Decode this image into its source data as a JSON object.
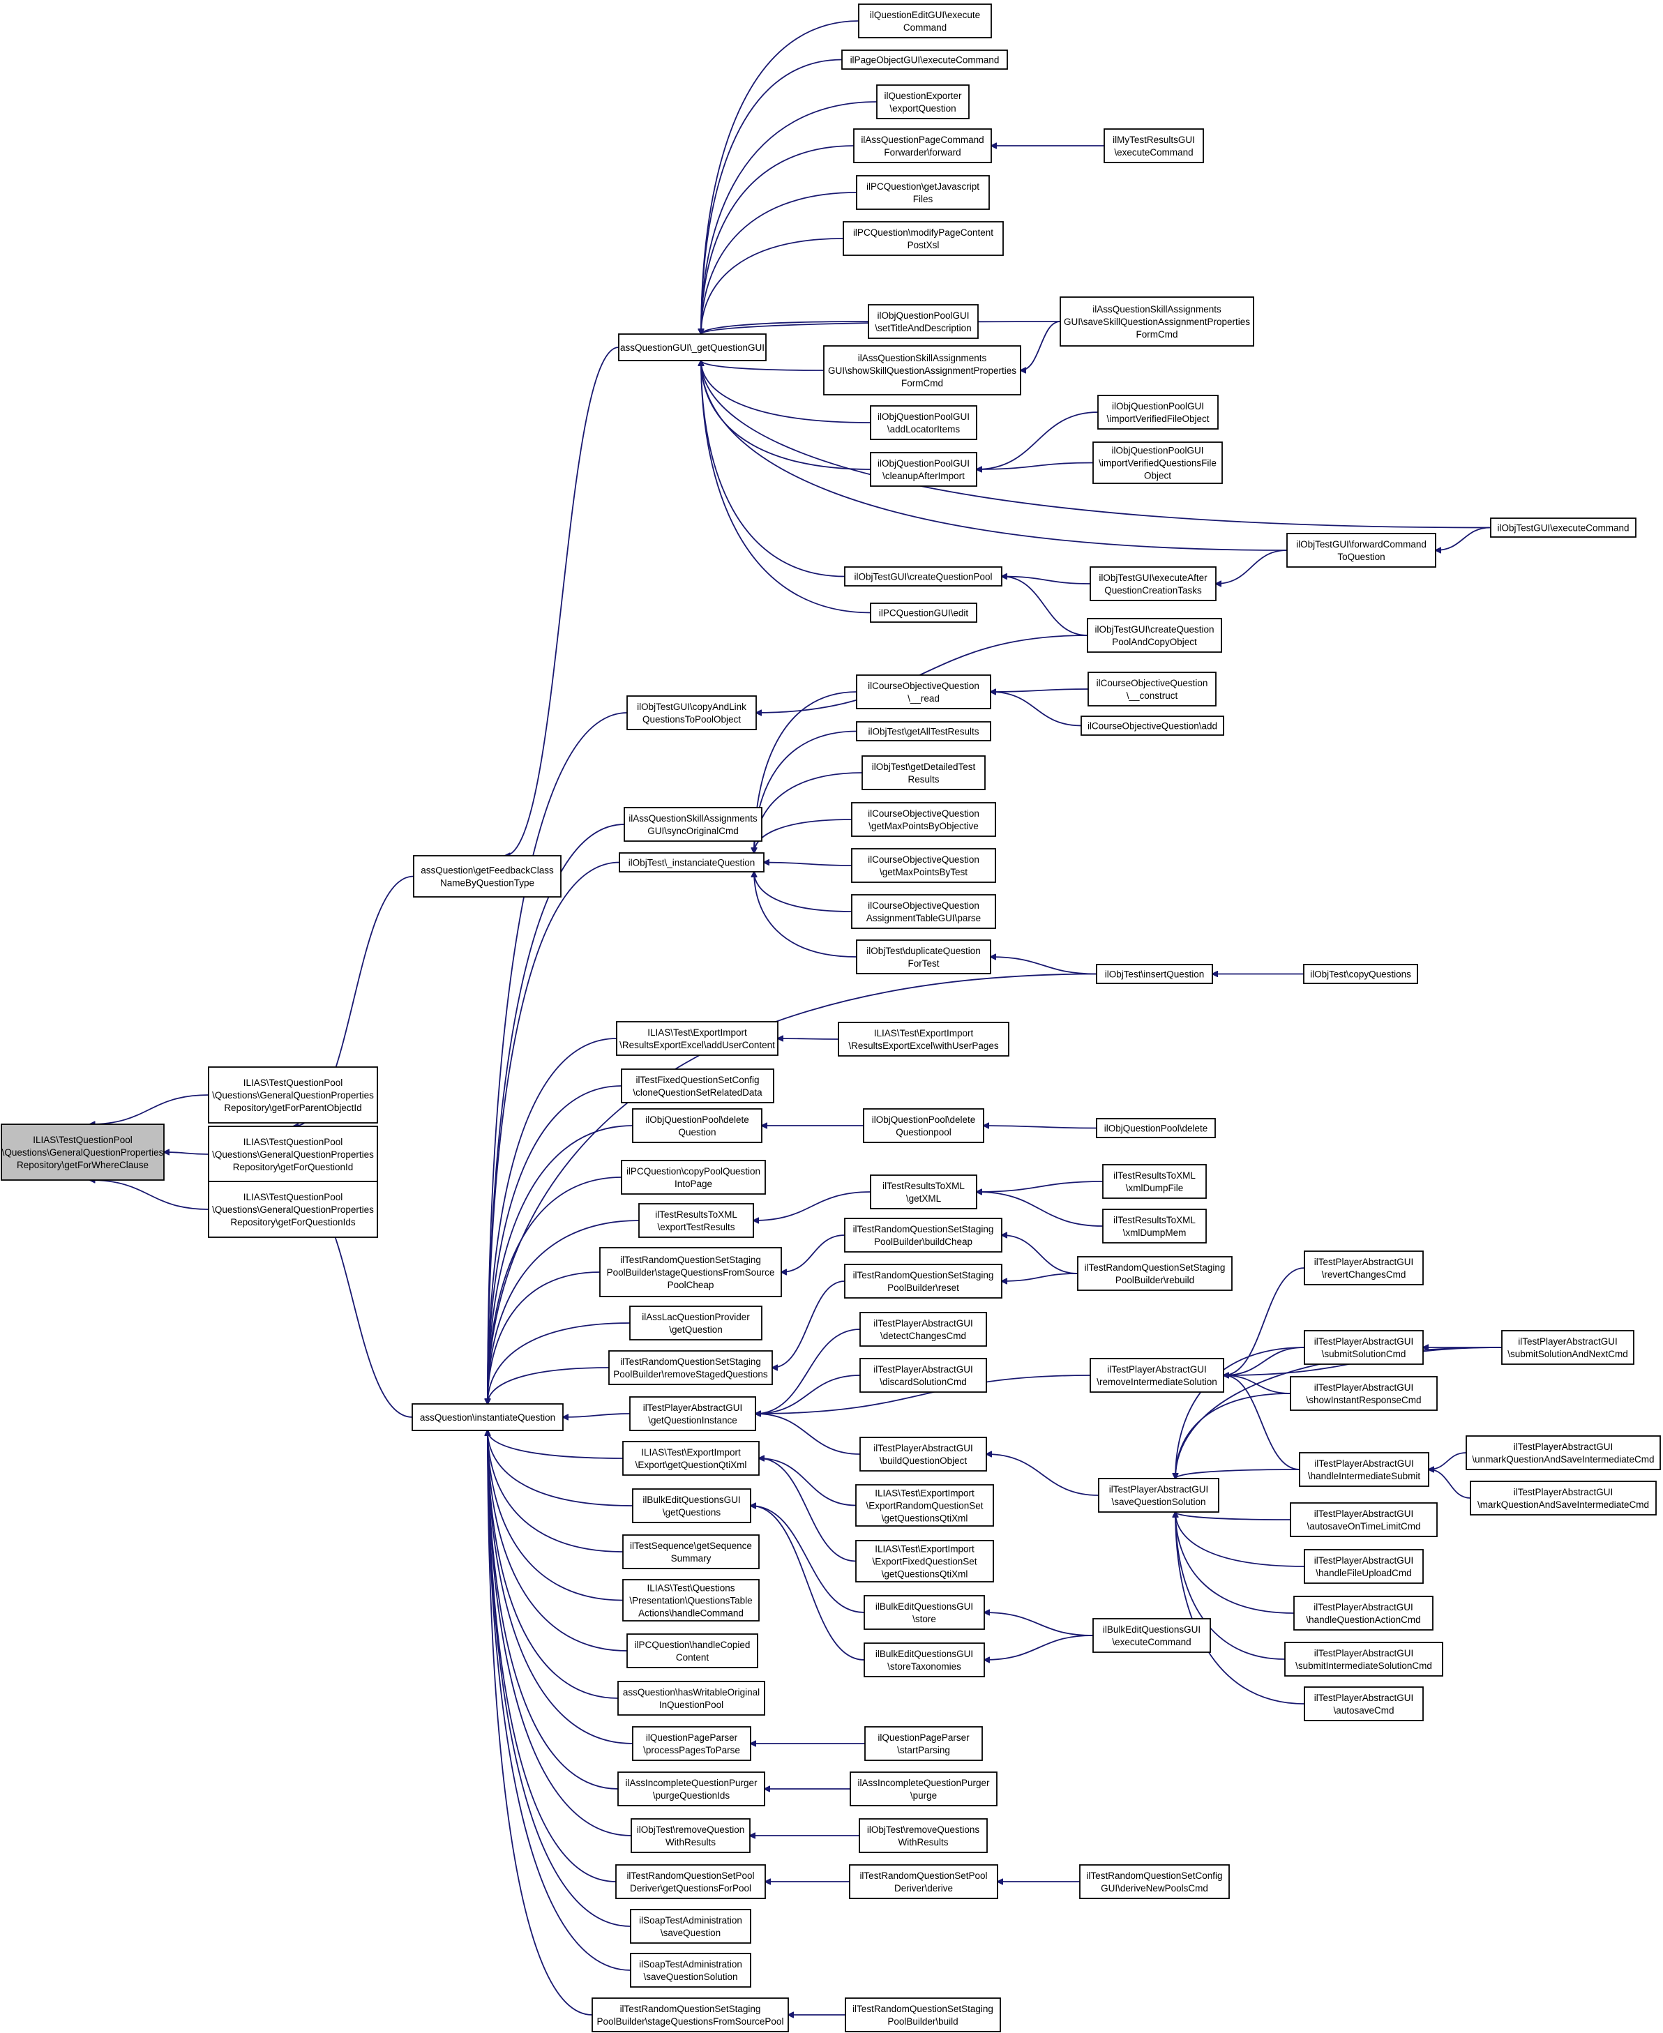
{
  "nodes": [
    {
      "id": "root",
      "lines": [
        "ILIAS\\TestQuestionPool",
        "\\Questions\\GeneralQuestionProperties",
        "Repository\\getForWhereClause"
      ],
      "highlighted": true
    },
    {
      "id": "pid",
      "lines": [
        "ILIAS\\TestQuestionPool",
        "\\Questions\\GeneralQuestionProperties",
        "Repository\\getForParentObjectId"
      ]
    },
    {
      "id": "qid",
      "lines": [
        "ILIAS\\TestQuestionPool",
        "\\Questions\\GeneralQuestionProperties",
        "Repository\\getForQuestionId"
      ]
    },
    {
      "id": "qids",
      "lines": [
        "ILIAS\\TestQuestionPool",
        "\\Questions\\GeneralQuestionProperties",
        "Repository\\getForQuestionIds"
      ]
    },
    {
      "id": "feedback",
      "lines": [
        "assQuestion\\getFeedbackClass",
        "NameByQuestionType"
      ]
    },
    {
      "id": "instantiate",
      "lines": [
        "assQuestion\\instantiateQuestion"
      ]
    },
    {
      "id": "getqgui",
      "lines": [
        "assQuestionGUI\\_getQuestionGUI"
      ]
    },
    {
      "id": "editgui",
      "lines": [
        "ilQuestionEditGUI\\execute",
        "Command"
      ]
    },
    {
      "id": "pageobj",
      "lines": [
        "ilPageObjectGUI\\executeCommand"
      ]
    },
    {
      "id": "exporter",
      "lines": [
        "ilQuestionExporter",
        "\\exportQuestion"
      ]
    },
    {
      "id": "pagecmd",
      "lines": [
        "ilAssQuestionPageCommand",
        "Forwarder\\forward"
      ]
    },
    {
      "id": "mytest",
      "lines": [
        "ilMyTestResultsGUI",
        "\\executeCommand"
      ]
    },
    {
      "id": "pcjs",
      "lines": [
        "ilPCQuestion\\getJavascript",
        "Files"
      ]
    },
    {
      "id": "pcxsl",
      "lines": [
        "ilPCQuestion\\modifyPageContent",
        "PostXsl"
      ]
    },
    {
      "id": "settitle",
      "lines": [
        "ilObjQuestionPoolGUI",
        "\\setTitleAndDescription"
      ]
    },
    {
      "id": "saveskill",
      "lines": [
        "ilAssQuestionSkillAssignments",
        "GUI\\saveSkillQuestionAssignmentProperties",
        "FormCmd"
      ]
    },
    {
      "id": "showskill",
      "lines": [
        "ilAssQuestionSkillAssignments",
        "GUI\\showSkillQuestionAssignmentProperties",
        "FormCmd"
      ]
    },
    {
      "id": "locator",
      "lines": [
        "ilObjQuestionPoolGUI",
        "\\addLocatorItems"
      ]
    },
    {
      "id": "importfile",
      "lines": [
        "ilObjQuestionPoolGUI",
        "\\importVerifiedFileObject"
      ]
    },
    {
      "id": "cleanup",
      "lines": [
        "ilObjQuestionPoolGUI",
        "\\cleanupAfterImport"
      ]
    },
    {
      "id": "importqfile",
      "lines": [
        "ilObjQuestionPoolGUI",
        "\\importVerifiedQuestionsFile",
        "Object"
      ]
    },
    {
      "id": "testexec",
      "lines": [
        "ilObjTestGUI\\executeCommand"
      ]
    },
    {
      "id": "fwdcmd",
      "lines": [
        "ilObjTestGUI\\forwardCommand",
        "ToQuestion"
      ]
    },
    {
      "id": "createpool",
      "lines": [
        "ilObjTestGUI\\createQuestionPool"
      ]
    },
    {
      "id": "execafter",
      "lines": [
        "ilObjTestGUI\\executeAfter",
        "QuestionCreationTasks"
      ]
    },
    {
      "id": "pcedit",
      "lines": [
        "ilPCQuestionGUI\\edit"
      ]
    },
    {
      "id": "createcopy",
      "lines": [
        "ilObjTestGUI\\createQuestion",
        "PoolAndCopyObject"
      ]
    },
    {
      "id": "copylink",
      "lines": [
        "ilObjTestGUI\\copyAndLink",
        "QuestionsToPoolObject"
      ]
    },
    {
      "id": "courseread",
      "lines": [
        "ilCourseObjectiveQuestion",
        "\\__read"
      ]
    },
    {
      "id": "coursecons",
      "lines": [
        "ilCourseObjectiveQuestion",
        "\\__construct"
      ]
    },
    {
      "id": "courseadd",
      "lines": [
        "ilCourseObjectiveQuestion\\add"
      ]
    },
    {
      "id": "alltest",
      "lines": [
        "ilObjTest\\getAllTestResults"
      ]
    },
    {
      "id": "detailed",
      "lines": [
        "ilObjTest\\getDetailedTest",
        "Results"
      ]
    },
    {
      "id": "syncorig",
      "lines": [
        "ilAssQuestionSkillAssignments",
        "GUI\\syncOriginalCmd"
      ]
    },
    {
      "id": "maxobj",
      "lines": [
        "ilCourseObjectiveQuestion",
        "\\getMaxPointsByObjective"
      ]
    },
    {
      "id": "objinst",
      "lines": [
        "ilObjTest\\_instanciateQuestion"
      ]
    },
    {
      "id": "maxtest",
      "lines": [
        "ilCourseObjectiveQuestion",
        "\\getMaxPointsByTest"
      ]
    },
    {
      "id": "parse",
      "lines": [
        "ilCourseObjectiveQuestion",
        "AssignmentTableGUI\\parse"
      ]
    },
    {
      "id": "dupq",
      "lines": [
        "ilObjTest\\duplicateQuestion",
        "ForTest"
      ]
    },
    {
      "id": "insertq",
      "lines": [
        "ilObjTest\\insertQuestion"
      ]
    },
    {
      "id": "copyq",
      "lines": [
        "ilObjTest\\copyQuestions"
      ]
    },
    {
      "id": "adduser",
      "lines": [
        "ILIAS\\Test\\ExportImport",
        "\\ResultsExportExcel\\addUserContent"
      ]
    },
    {
      "id": "withuser",
      "lines": [
        "ILIAS\\Test\\ExportImport",
        "\\ResultsExportExcel\\withUserPages"
      ]
    },
    {
      "id": "clonefixed",
      "lines": [
        "ilTestFixedQuestionSetConfig",
        "\\cloneQuestionSetRelatedData"
      ]
    },
    {
      "id": "pooldelq",
      "lines": [
        "ilObjQuestionPool\\delete",
        "Question"
      ]
    },
    {
      "id": "pooldelqp",
      "lines": [
        "ilObjQuestionPool\\delete",
        "Questionpool"
      ]
    },
    {
      "id": "pooldel",
      "lines": [
        "ilObjQuestionPool\\delete"
      ]
    },
    {
      "id": "pccopy",
      "lines": [
        "ilPCQuestion\\copyPoolQuestion",
        "IntoPage"
      ]
    },
    {
      "id": "getxml",
      "lines": [
        "ilTestResultsToXML",
        "\\getXML"
      ]
    },
    {
      "id": "xmlfile",
      "lines": [
        "ilTestResultsToXML",
        "\\xmlDumpFile"
      ]
    },
    {
      "id": "exportres",
      "lines": [
        "ilTestResultsToXML",
        "\\exportTestResults"
      ]
    },
    {
      "id": "xmlmem",
      "lines": [
        "ilTestResultsToXML",
        "\\xmlDumpMem"
      ]
    },
    {
      "id": "buildcheap",
      "lines": [
        "ilTestRandomQuestionSetStaging",
        "PoolBuilder\\buildCheap"
      ]
    },
    {
      "id": "stagecheap",
      "lines": [
        "ilTestRandomQuestionSetStaging",
        "PoolBuilder\\stageQuestionsFromSource",
        "PoolCheap"
      ]
    },
    {
      "id": "rebuild",
      "lines": [
        "ilTestRandomQuestionSetStaging",
        "PoolBuilder\\rebuild"
      ]
    },
    {
      "id": "reset",
      "lines": [
        "ilTestRandomQuestionSetStaging",
        "PoolBuilder\\reset"
      ]
    },
    {
      "id": "laclq",
      "lines": [
        "ilAssLacQuestionProvider",
        "\\getQuestion"
      ]
    },
    {
      "id": "revert",
      "lines": [
        "ilTestPlayerAbstractGUI",
        "\\revertChangesCmd"
      ]
    },
    {
      "id": "detectch",
      "lines": [
        "ilTestPlayerAbstractGUI",
        "\\detectChangesCmd"
      ]
    },
    {
      "id": "removestaged",
      "lines": [
        "ilTestRandomQuestionSetStaging",
        "PoolBuilder\\removeStagedQuestions"
      ]
    },
    {
      "id": "submitsol",
      "lines": [
        "ilTestPlayerAbstractGUI",
        "\\submitSolutionCmd"
      ]
    },
    {
      "id": "submitnext",
      "lines": [
        "ilTestPlayerAbstractGUI",
        "\\submitSolutionAndNextCmd"
      ]
    },
    {
      "id": "discard",
      "lines": [
        "ilTestPlayerAbstractGUI",
        "\\discardSolutionCmd"
      ]
    },
    {
      "id": "removeinter",
      "lines": [
        "ilTestPlayerAbstractGUI",
        "\\removeIntermediateSolution"
      ]
    },
    {
      "id": "instant",
      "lines": [
        "ilTestPlayerAbstractGUI",
        "\\showInstantResponseCmd"
      ]
    },
    {
      "id": "getqinst",
      "lines": [
        "ilTestPlayerAbstractGUI",
        "\\getQuestionInstance"
      ]
    },
    {
      "id": "unmark",
      "lines": [
        "ilTestPlayerAbstractGUI",
        "\\unmarkQuestionAndSaveIntermediateCmd"
      ]
    },
    {
      "id": "buildqobj",
      "lines": [
        "ilTestPlayerAbstractGUI",
        "\\buildQuestionObject"
      ]
    },
    {
      "id": "handleinter",
      "lines": [
        "ilTestPlayerAbstractGUI",
        "\\handleIntermediateSubmit"
      ]
    },
    {
      "id": "exportqti",
      "lines": [
        "ILIAS\\Test\\ExportImport",
        "\\Export\\getQuestionQtiXml"
      ]
    },
    {
      "id": "markq",
      "lines": [
        "ilTestPlayerAbstractGUI",
        "\\markQuestionAndSaveIntermediateCmd"
      ]
    },
    {
      "id": "savesol",
      "lines": [
        "ilTestPlayerAbstractGUI",
        "\\saveQuestionSolution"
      ]
    },
    {
      "id": "randqti",
      "lines": [
        "ILIAS\\Test\\ExportImport",
        "\\ExportRandomQuestionSet",
        "\\getQuestionsQtiXml"
      ]
    },
    {
      "id": "bulkget",
      "lines": [
        "ilBulkEditQuestionsGUI",
        "\\getQuestions"
      ]
    },
    {
      "id": "autotime",
      "lines": [
        "ilTestPlayerAbstractGUI",
        "\\autosaveOnTimeLimitCmd"
      ]
    },
    {
      "id": "seqsum",
      "lines": [
        "ilTestSequence\\getSequence",
        "Summary"
      ]
    },
    {
      "id": "fixedqti",
      "lines": [
        "ILIAS\\Test\\ExportImport",
        "\\ExportFixedQuestionSet",
        "\\getQuestionsQtiXml"
      ]
    },
    {
      "id": "fileupload",
      "lines": [
        "ilTestPlayerAbstractGUI",
        "\\handleFileUploadCmd"
      ]
    },
    {
      "id": "qtable",
      "lines": [
        "ILIAS\\Test\\Questions",
        "\\Presentation\\QuestionsTable",
        "Actions\\handleCommand"
      ]
    },
    {
      "id": "bulkstore",
      "lines": [
        "ilBulkEditQuestionsGUI",
        "\\store"
      ]
    },
    {
      "id": "qaction",
      "lines": [
        "ilTestPlayerAbstractGUI",
        "\\handleQuestionActionCmd"
      ]
    },
    {
      "id": "bulkexec",
      "lines": [
        "ilBulkEditQuestionsGUI",
        "\\executeCommand"
      ]
    },
    {
      "id": "pccopied",
      "lines": [
        "ilPCQuestion\\handleCopied",
        "Content"
      ]
    },
    {
      "id": "bulktax",
      "lines": [
        "ilBulkEditQuestionsGUI",
        "\\storeTaxonomies"
      ]
    },
    {
      "id": "submitinter",
      "lines": [
        "ilTestPlayerAbstractGUI",
        "\\submitIntermediateSolutionCmd"
      ]
    },
    {
      "id": "writable",
      "lines": [
        "assQuestion\\hasWritableOriginal",
        "InQuestionPool"
      ]
    },
    {
      "id": "autosave",
      "lines": [
        "ilTestPlayerAbstractGUI",
        "\\autosaveCmd"
      ]
    },
    {
      "id": "procpages",
      "lines": [
        "ilQuestionPageParser",
        "\\processPagesToParse"
      ]
    },
    {
      "id": "startparse",
      "lines": [
        "ilQuestionPageParser",
        "\\startParsing"
      ]
    },
    {
      "id": "purgeids",
      "lines": [
        "ilAssIncompleteQuestionPurger",
        "\\purgeQuestionIds"
      ]
    },
    {
      "id": "purge",
      "lines": [
        "ilAssIncompleteQuestionPurger",
        "\\purge"
      ]
    },
    {
      "id": "removeqres",
      "lines": [
        "ilObjTest\\removeQuestion",
        "WithResults"
      ]
    },
    {
      "id": "removeqsres",
      "lines": [
        "ilObjTest\\removeQuestions",
        "WithResults"
      ]
    },
    {
      "id": "derivepool",
      "lines": [
        "ilTestRandomQuestionSetPool",
        "Deriver\\getQuestionsForPool"
      ]
    },
    {
      "id": "derive",
      "lines": [
        "ilTestRandomQuestionSetPool",
        "Deriver\\derive"
      ]
    },
    {
      "id": "derivecmd",
      "lines": [
        "ilTestRandomQuestionSetConfig",
        "GUI\\deriveNewPoolsCmd"
      ]
    },
    {
      "id": "soapq",
      "lines": [
        "ilSoapTestAdministration",
        "\\saveQuestion"
      ]
    },
    {
      "id": "soapsol",
      "lines": [
        "ilSoapTestAdministration",
        "\\saveQuestionSolution"
      ]
    },
    {
      "id": "stagefull",
      "lines": [
        "ilTestRandomQuestionSetStaging",
        "PoolBuilder\\stageQuestionsFromSourcePool"
      ]
    },
    {
      "id": "build",
      "lines": [
        "ilTestRandomQuestionSetStaging",
        "PoolBuilder\\build"
      ]
    }
  ]
}
